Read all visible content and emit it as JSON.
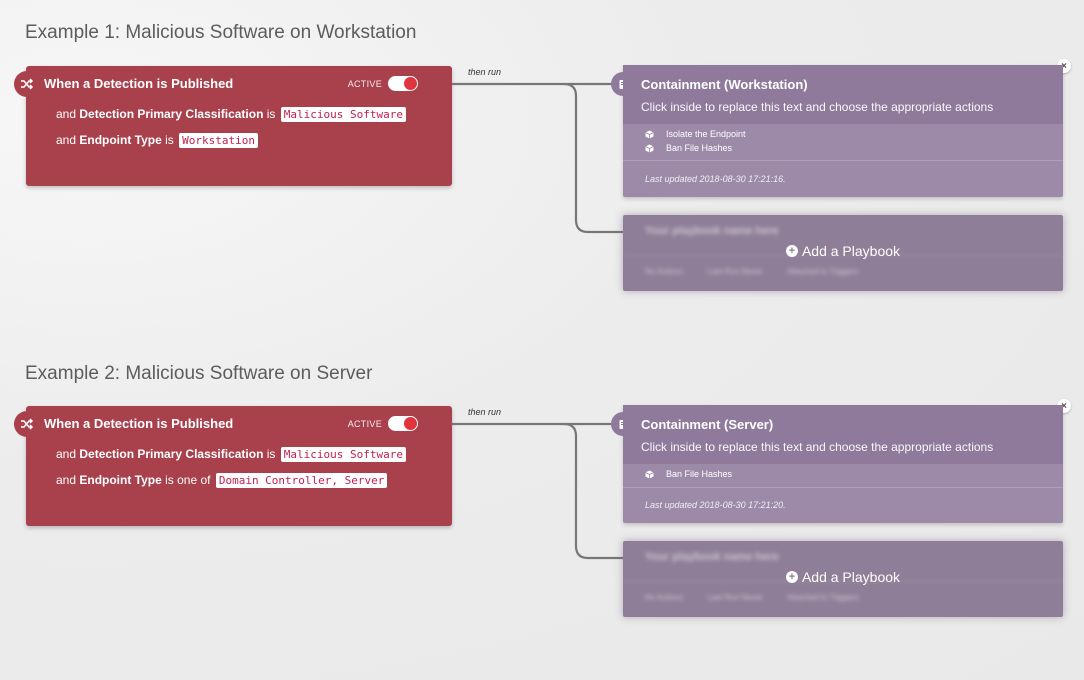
{
  "examples": [
    {
      "title": "Example 1: Malicious Software on Workstation",
      "trigger": {
        "title": "When a Detection is Published",
        "active_label": "ACTIVE",
        "cond1_prefix": "and ",
        "cond1_field": "Detection Primary Classification",
        "cond1_op": " is ",
        "cond1_value": "Malicious Software",
        "cond2_prefix": "and ",
        "cond2_field": "Endpoint Type",
        "cond2_op": " is ",
        "cond2_value": "Workstation"
      },
      "then_run": "then run",
      "playbook": {
        "title": "Containment (Workstation)",
        "description": "Click inside to replace this text and choose the appropriate actions",
        "actions": [
          "Isolate the Endpoint",
          "Ban File Hashes"
        ],
        "updated": "Last updated 2018-08-30 17:21:16."
      },
      "placeholder": {
        "ghost_title": "Your playbook name here",
        "ghost_items": [
          "No Actions",
          "Last Run Never",
          "Attached to Triggers"
        ],
        "add_label": "Add a Playbook"
      }
    },
    {
      "title": "Example 2: Malicious Software on Server",
      "trigger": {
        "title": "When a Detection is Published",
        "active_label": "ACTIVE",
        "cond1_prefix": "and ",
        "cond1_field": "Detection Primary Classification",
        "cond1_op": " is ",
        "cond1_value": "Malicious Software",
        "cond2_prefix": "and ",
        "cond2_field": "Endpoint Type",
        "cond2_op": " is one of ",
        "cond2_value": "Domain Controller, Server"
      },
      "then_run": "then run",
      "playbook": {
        "title": "Containment (Server)",
        "description": "Click inside to replace this text and choose the appropriate actions",
        "actions": [
          "Ban File Hashes"
        ],
        "updated": "Last updated 2018-08-30 17:21:20."
      },
      "placeholder": {
        "ghost_title": "Your playbook name here",
        "ghost_items": [
          "No Actions",
          "Last Run Never",
          "Attached to Triggers"
        ],
        "add_label": "Add a Playbook"
      }
    }
  ],
  "icons": {
    "trigger": "shuffle-icon",
    "playbook": "book-icon",
    "action": "cube-icon",
    "close": "close-icon",
    "add": "plus-circle-icon"
  },
  "colors": {
    "trigger_bg": "#a8414c",
    "toggle_on": "#e0343f",
    "playbook_bg": "#9d8aa8",
    "playbook_head": "#8f7a9c",
    "chip_text": "#c21f4a"
  }
}
